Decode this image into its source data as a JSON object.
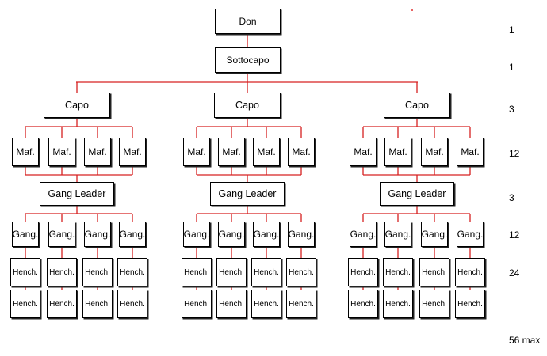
{
  "diagram": {
    "labels": {
      "don": "Don",
      "sottocapo": "Sottocapo",
      "capo": "Capo",
      "mafioso": "Maf.",
      "gang_leader": "Gang Leader",
      "gang_member": "Gang.",
      "henchman": "Hench."
    },
    "level_counts": [
      "1",
      "1",
      "3",
      "12",
      "3",
      "12",
      "24",
      "56 max"
    ],
    "groups": 3,
    "members_per_group": 4,
    "colors": {
      "connector": "#d62020",
      "box_border": "#000000",
      "marker": "#e03030"
    }
  }
}
